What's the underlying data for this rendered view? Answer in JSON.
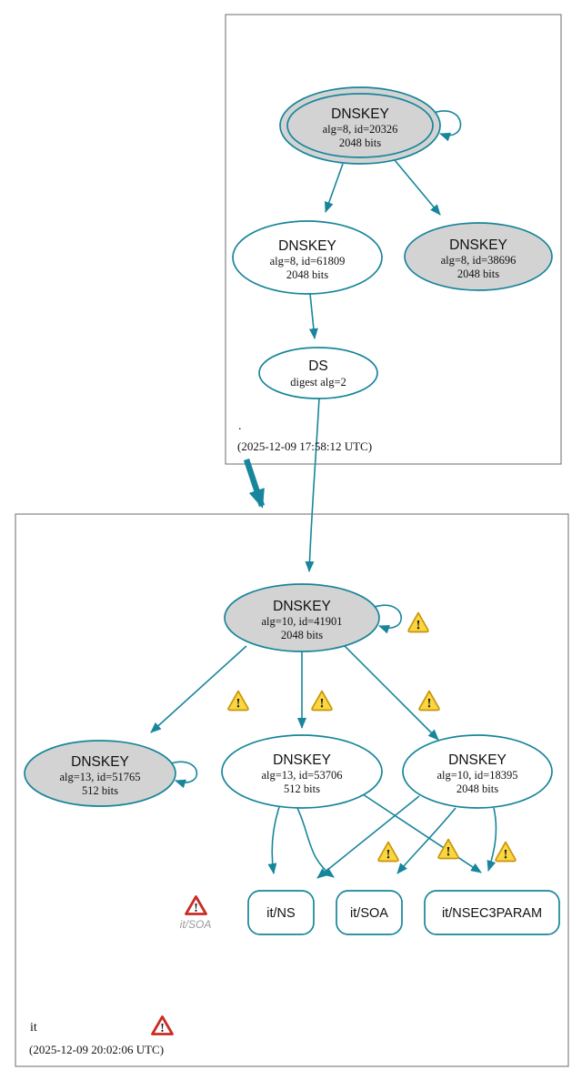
{
  "icons": {
    "warning_glyph": "!",
    "error_glyph": "!"
  },
  "colors": {
    "edge_teal": "#17859B",
    "node_gray_fill": "#d3d3d3",
    "node_white_fill": "#ffffff",
    "warning_fill": "#FAD63F",
    "warning_border": "#C9940A",
    "error_border": "#CA2C24",
    "zone_box_border": "#6b6b6b"
  },
  "root_zone": {
    "name": ".",
    "timestamp": "(2025-12-09 17:58:12 UTC)",
    "ksk": {
      "title": "DNSKEY",
      "detail": "alg=8, id=20326",
      "bits": "2048 bits"
    },
    "zsk1": {
      "title": "DNSKEY",
      "detail": "alg=8, id=61809",
      "bits": "2048 bits"
    },
    "zsk2": {
      "title": "DNSKEY",
      "detail": "alg=8, id=38696",
      "bits": "2048 bits"
    },
    "ds": {
      "title": "DS",
      "detail": "digest alg=2"
    }
  },
  "it_zone": {
    "name": "it",
    "timestamp": "(2025-12-09 20:02:06 UTC)",
    "ksk": {
      "title": "DNSKEY",
      "detail": "alg=10, id=41901",
      "bits": "2048 bits"
    },
    "zsk1": {
      "title": "DNSKEY",
      "detail": "alg=13, id=51765",
      "bits": "512 bits"
    },
    "zsk2": {
      "title": "DNSKEY",
      "detail": "alg=13, id=53706",
      "bits": "512 bits"
    },
    "zsk3": {
      "title": "DNSKEY",
      "detail": "alg=10, id=18395",
      "bits": "2048 bits"
    },
    "rrsets": [
      {
        "label": "it/NS"
      },
      {
        "label": "it/SOA"
      },
      {
        "label": "it/NSEC3PARAM"
      }
    ],
    "island": {
      "label": "it/SOA"
    }
  }
}
